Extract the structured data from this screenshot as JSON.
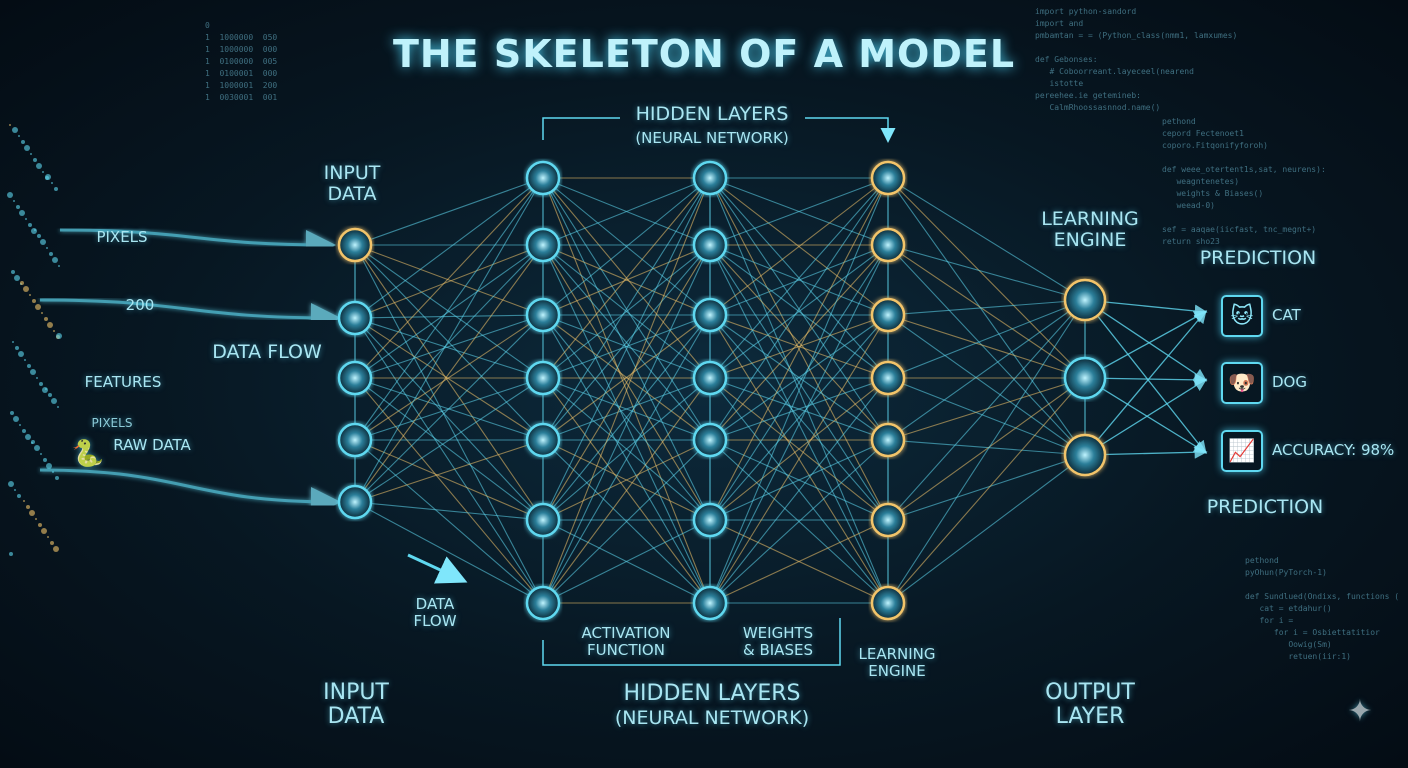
{
  "title": "THE SKELETON OF A MODEL",
  "labels": {
    "hidden_layers_top": "HIDDEN LAYERS",
    "neural_network_top": "(NEURAL NETWORK)",
    "input_data_top": [
      "INPUT",
      "DATA"
    ],
    "pixels": "PIXELS",
    "pixels_small": "PIXELS",
    "number_200": "200",
    "data_flow_left": "DATA FLOW",
    "features": "FEATURES",
    "raw_data": "RAW DATA",
    "data_flow_bottom": [
      "DATA",
      "FLOW"
    ],
    "activation_function": [
      "ACTIVATION",
      "FUNCTION"
    ],
    "weights_biases": [
      "WEIGHTS",
      "& BIASES"
    ],
    "learning_engine_bottom": [
      "LEARNING",
      "ENGINE"
    ],
    "learning_engine_right": [
      "LEARNING",
      "ENGINE"
    ],
    "input_data_bottom": [
      "INPUT",
      "DATA"
    ],
    "hidden_layers_bottom": "HIDDEN LAYERS",
    "neural_network_bottom": "(NEURAL NETWORK)",
    "output_layer": [
      "OUTPUT",
      "LAYER"
    ]
  },
  "predictions": {
    "heading_top": "PREDICTION",
    "heading_bottom": "PREDICTION",
    "items": [
      {
        "label": "CAT",
        "icon": "cat-icon"
      },
      {
        "label": "DOG",
        "icon": "dog-icon"
      },
      {
        "label": "ACCURACY: 98%",
        "icon": "chart-icon"
      }
    ]
  },
  "network": {
    "layers": [
      5,
      7,
      7,
      7,
      3
    ],
    "colors": {
      "cyan": "#5fd8f0",
      "gold": "#f2c46a",
      "background": "#06121c"
    }
  },
  "code_snippets": {
    "top_right": "import python-sandord\nimport and\npmbamtan = = (Python_class(nmm1, lamxumes)\n\ndef Gebonses:\n   # Coboorreant.layeceel(nearend\n   istotte\npereehee.ie getemineb:\n   CalmRhoossasnnod.name()",
    "mid_right": "pethond\ncepord Fectenoet1\ncoporo.Fitqonifyforoh)\n\ndef weee_otertent1s,sat, neurens):\n   weagntenetes)\n   weights & Biases()\n   weead-0)\n\nsef = aaqae(iicfast, tnc_megnt+)\nreturn sho23",
    "bottom_right": "pethond\npyOhun(PyTorch-1)\n\ndef Sundlued(Ondixs, functions (\n   cat = etdahur()\n   for i =\n      for i = Osbiettatitior\n         Oowig(Sm)\n         retuen(iir:1)",
    "binary_left": "0\n1  1000000  050\n1  1000000  000\n1  0100000  005\n1  0100001  000\n1  1000001  200\n1  0030001  001"
  }
}
